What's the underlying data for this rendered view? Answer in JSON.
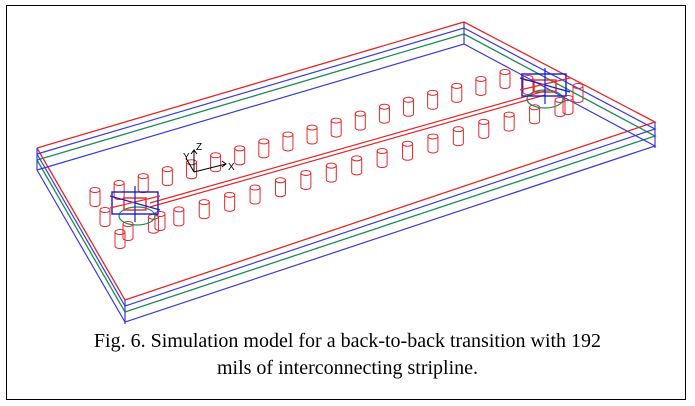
{
  "figure": {
    "caption_line1": "Fig. 6. Simulation model for a back-to-back transition with 192",
    "caption_line2": "mils of interconnecting stripline."
  },
  "axes": {
    "x": "X",
    "y": "Y",
    "z": "Z"
  },
  "colors": {
    "top_layer": "#e8262a",
    "middle_layer": "#1f8a5a",
    "bottom_layer": "#3a3ae0",
    "vias": "#e8262a",
    "stripline": "#e8262a",
    "pads": "#1a1ad0",
    "frame": "#000000"
  }
}
